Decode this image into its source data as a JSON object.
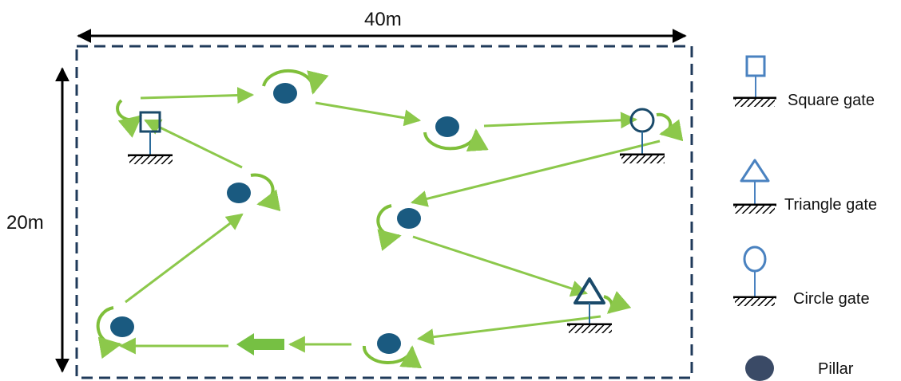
{
  "dimensions": {
    "width_label": "40m",
    "height_label": "20m"
  },
  "legend": {
    "square_gate": "Square gate",
    "triangle_gate": "Triangle gate",
    "circle_gate": "Circle gate",
    "pillar": "Pillar"
  },
  "colors": {
    "border": "#1f3a5a",
    "pillar": "#1a5a80",
    "gate_stroke": "#1a4a6a",
    "gate_legend_stroke": "#4a82c0",
    "path": "#8cc84b",
    "loop": "#7fbf3a",
    "start_arrow": "#76c043"
  }
}
